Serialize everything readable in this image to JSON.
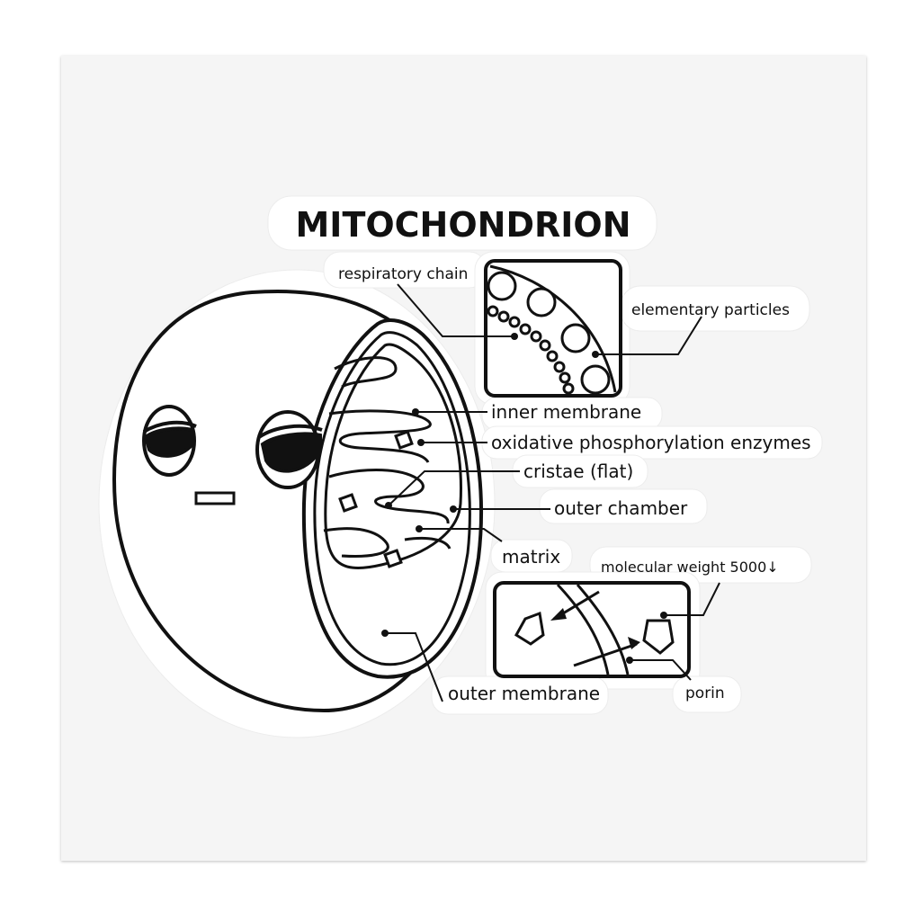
{
  "title": "MITOCHONDRION",
  "labels": {
    "respiratory_chain": "respiratory  chain",
    "elementary_particles": "elementary  particles",
    "inner_membrane": "inner  membrane",
    "oxidative_enzymes": "oxidative phosphorylation enzymes",
    "cristae": "cristae (flat)",
    "outer_chamber": "outer  chamber",
    "matrix": "matrix",
    "molecular_weight": "molecular  weight  5000↓",
    "outer_membrane": "outer  membrane",
    "porin": "porin"
  },
  "colors": {
    "ink": "#111111",
    "card": "#f5f5f5",
    "sticker_outline": "#ffffff"
  }
}
